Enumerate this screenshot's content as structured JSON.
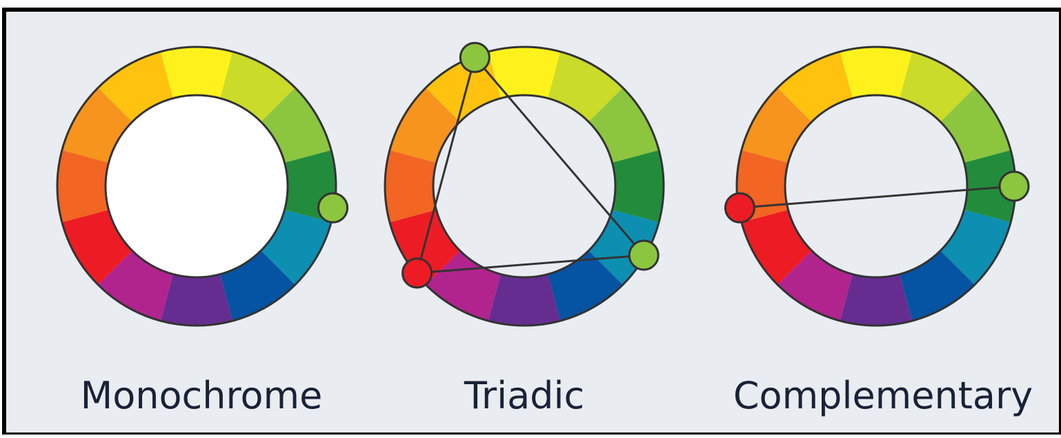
{
  "diagrams": [
    {
      "id": "monochrome",
      "label": "Monochrome",
      "markers": [
        {
          "segment": 3.3,
          "color": "#8cc63f"
        }
      ],
      "lines": []
    },
    {
      "id": "triadic",
      "label": "Triadic",
      "markers": [
        {
          "segment": 11.3,
          "color": "#8cc63f"
        },
        {
          "segment": 4.0,
          "color": "#8cc63f"
        },
        {
          "segment": 7.7,
          "color": "#ed1c24"
        }
      ],
      "lines": [
        [
          0,
          1
        ],
        [
          1,
          2
        ],
        [
          2,
          0
        ]
      ]
    },
    {
      "id": "complementary",
      "label": "Complementary",
      "markers": [
        {
          "segment": 3.0,
          "color": "#8cc63f"
        },
        {
          "segment": 8.7,
          "color": "#ed1c24"
        }
      ],
      "lines": [
        [
          0,
          1
        ]
      ]
    }
  ],
  "wheel_colors": [
    "#fff21c",
    "#cbdb2a",
    "#8cc63f",
    "#238c3c",
    "#0d8fb1",
    "#0553a3",
    "#662d91",
    "#b1248e",
    "#ed1c24",
    "#f26522",
    "#f7941d",
    "#ffc20e"
  ],
  "colors": {
    "panel_background": "#e9edf2",
    "frame": "#000000",
    "label_text": "#1a2238",
    "outline": "#333333"
  }
}
